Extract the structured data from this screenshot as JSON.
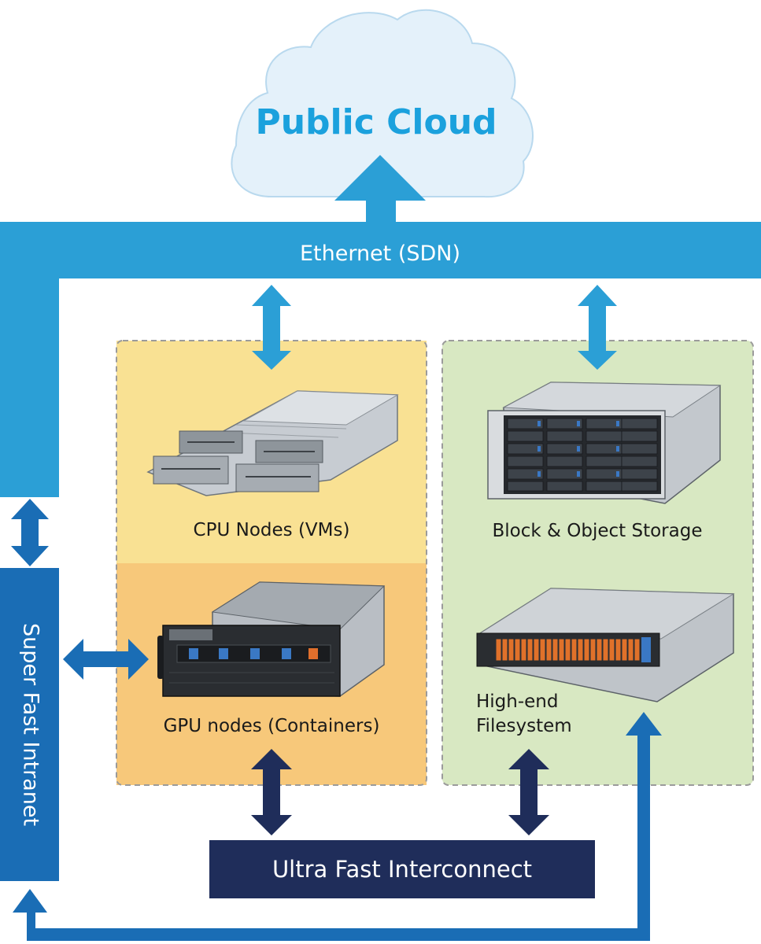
{
  "diagram": {
    "cloud_title": "Public Cloud",
    "ethernet_label": "Ethernet (SDN)",
    "intranet_label": "Super Fast Intranet",
    "interconnect_label": "Ultra Fast Interconnect",
    "nodes": {
      "cpu": "CPU Nodes (VMs)",
      "gpu": "GPU nodes (Containers)",
      "storage": "Block & Object Storage",
      "filesystem_line1": "High-end",
      "filesystem_line2": "Filesystem"
    }
  },
  "colors": {
    "cloud_fill": "#e4f1fa",
    "cloud_stroke": "#b9d9ee",
    "cloud_text": "#1ba1dd",
    "ethernet_blue": "#2b9fd6",
    "intranet_blue": "#1a6db5",
    "interconnect_navy": "#1f2d5a",
    "compute_top": "#f9e193",
    "compute_bottom": "#f7c87a",
    "storage_panel": "#d8e8c2",
    "panel_border": "#9b9b9b"
  }
}
